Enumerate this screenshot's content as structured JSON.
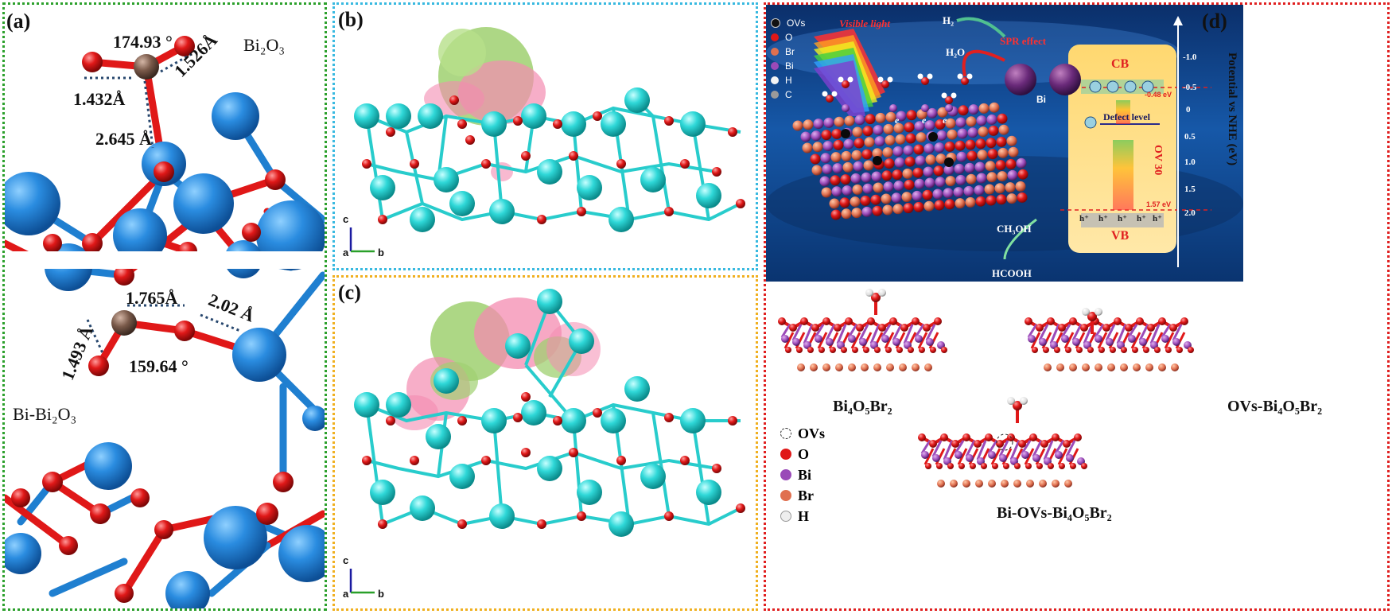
{
  "panel_a": {
    "label": "(a)",
    "top": {
      "title": "Bi₂O₃",
      "angle": "174.93 °",
      "bond1": "1.432Å",
      "bond2": "1.526Å",
      "distance": "2.645 Å"
    },
    "bottom": {
      "title": "Bi-Bi₂O₃",
      "bond1": "1.765Å",
      "bond2": "1.493 Å",
      "distance": "2.02 Å",
      "angle": "159.64 °"
    },
    "colors": {
      "frame": "#2ca02c",
      "bi": "#1f7fd0",
      "o": "#e01818",
      "c": "#7a5a4a"
    }
  },
  "panel_b": {
    "label": "(b)",
    "axis_c": "c",
    "axis_a": "a",
    "axis_b": "b",
    "frame_color": "#38b9e0"
  },
  "panel_c": {
    "label": "(c)",
    "axis_c": "c",
    "axis_a": "a",
    "axis_b": "b",
    "frame_color": "#f0b020"
  },
  "panel_d": {
    "label": "(d)",
    "legend": [
      "OVs",
      "O",
      "Br",
      "Bi",
      "H",
      "C"
    ],
    "visible_light": "Visible light",
    "spr": "SPR effect",
    "h2": "H₂",
    "h2o": "H₂O",
    "bi": "Bi",
    "cb": "CB",
    "vb": "VB",
    "defect": "Defect level",
    "ov": "OV 30",
    "cb_value": "-0.48 eV",
    "vb_value": "1.57 eV",
    "methanol": "CH₃OH",
    "formic": "HCOOH",
    "axis_label": "Potential vs NHE (eV)",
    "ticks": [
      "-1.0",
      "-0.5",
      "0",
      "0.5",
      "1.0",
      "1.5",
      "2.0"
    ],
    "electron": "e",
    "hole": "h⁺",
    "frame_color": "#e02020"
  },
  "panel_e": {
    "struct1": "Bi₄O₅Br₂",
    "struct2": "OVs-Bi₄O₅Br₂",
    "struct3": "Bi-OVs-Bi₄O₅Br₂",
    "legend": [
      "OVs",
      "O",
      "Bi",
      "Br",
      "H"
    ]
  }
}
